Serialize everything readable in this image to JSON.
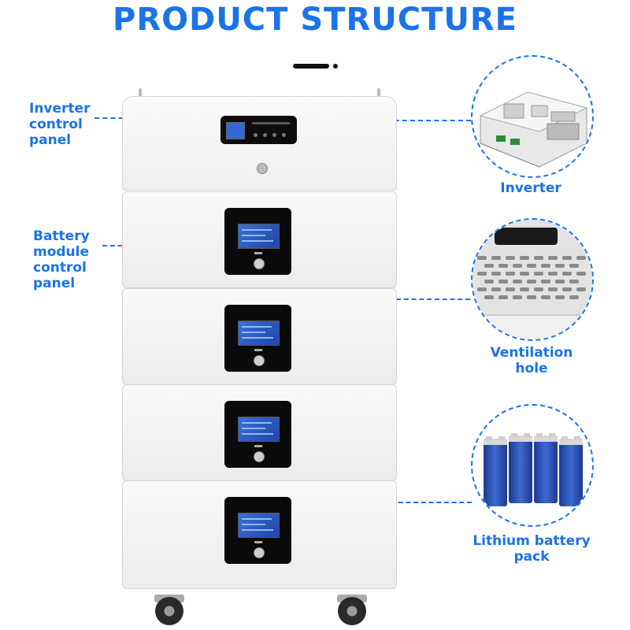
{
  "title": "PRODUCT STRUCTURE",
  "labels": {
    "inverter_control_panel": "Inverter\ncontrol\npanel",
    "battery_module_control_panel": "Battery\nmodule\ncontrol\npanel",
    "inverter": "Inverter",
    "ventilation_hole": "Ventilation\nhole",
    "lithium_battery_pack": "Lithium battery\npack"
  },
  "colors": {
    "accent": "#1a73e8",
    "cabinet": "#f2f2f2",
    "panel": "#0a0a0a",
    "lcd": "#2f5fcf"
  },
  "icons": [
    "inverter-detail-image",
    "ventilation-detail-image",
    "battery-cells-image"
  ]
}
